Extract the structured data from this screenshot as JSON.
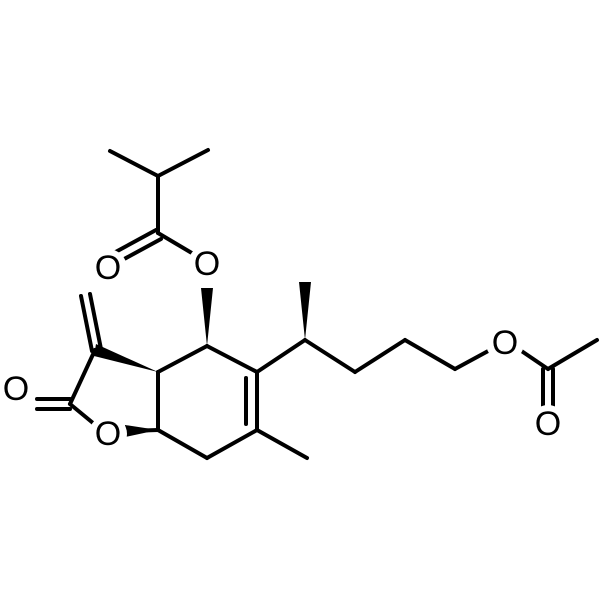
{
  "molecule": {
    "atoms": {
      "o_ester_carbonyl": "O",
      "o_ester": "O",
      "o_lactone_carbonyl": "O",
      "o_lactone_ring": "O",
      "o_acetate": "O",
      "o_acetate_carbonyl": "O"
    },
    "colors": {
      "bond": "#000000",
      "background": "#ffffff"
    }
  }
}
